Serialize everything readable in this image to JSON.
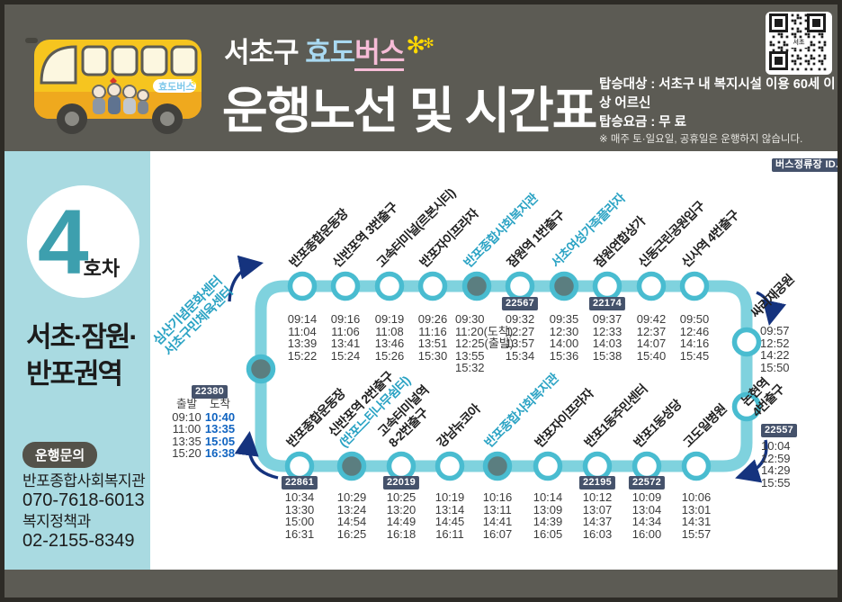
{
  "header": {
    "region": "서초구",
    "brand_hyodo": "효도",
    "brand_bus": "버스",
    "bus_side_label": "효도버스",
    "title": "운행노선 및 시간표",
    "eligibility": "탑승대상 : 서초구 내 복지시설 이용 60세 이상 어르신",
    "fare": "탑승요금 : 무  료",
    "notice": "※ 매주 토·일요일, 공휴일은 운행하지 않습니다.",
    "qr_center_label": "서초"
  },
  "sidebar": {
    "bus_no": "4",
    "bus_no_suffix": "호차",
    "region_line1": "서초·잠원·",
    "region_line2": "반포권역",
    "inquiry_label": "운행문의",
    "contacts": [
      {
        "name": "반포종합사회복지관",
        "phone": "070-7618-6013"
      },
      {
        "name": "복지정책과",
        "phone": "02-2155-8349"
      }
    ]
  },
  "map": {
    "stop_id_legend": "버스정류장 ID.",
    "start_stop": {
      "name_line1": "심산기념문화센터",
      "name_line2": "서초구민체육센터",
      "badge": "22380",
      "depart_label": "출발",
      "arrive_label": "도착",
      "departs": [
        "09:10",
        "11:00",
        "13:35",
        "15:20"
      ],
      "arrives": [
        "10:40",
        "13:35",
        "15:05",
        "16:38"
      ]
    },
    "top_stops": [
      {
        "name": "반포종합운동장",
        "times": [
          "09:14",
          "11:04",
          "13:39",
          "15:22"
        ]
      },
      {
        "name": "신반포역 3번출구",
        "times": [
          "09:16",
          "11:06",
          "13:41",
          "15:24"
        ]
      },
      {
        "name": "고속터미널(르본시티)",
        "times": [
          "09:19",
          "11:08",
          "13:46",
          "15:26"
        ]
      },
      {
        "name": "반포자이프라자",
        "times": [
          "09:26",
          "11:16",
          "13:51",
          "15:30"
        ]
      },
      {
        "name": "반포종합사회복지관",
        "hl": true,
        "filled": true,
        "times": [
          "09:30",
          "11:20(도착)",
          "12:25(출발)",
          "13:55",
          "15:32"
        ]
      },
      {
        "name": "잠원역 1번출구",
        "badge": "22567",
        "times": [
          "09:32",
          "12:27",
          "13:57",
          "15:34"
        ]
      },
      {
        "name": "서초여성가족플라자",
        "hl": true,
        "filled": true,
        "times": [
          "09:35",
          "12:30",
          "14:00",
          "15:36"
        ]
      },
      {
        "name": "잠원연합상가",
        "badge": "22174",
        "times": [
          "09:37",
          "12:33",
          "14:03",
          "15:38"
        ]
      },
      {
        "name": "신동근린공원입구",
        "times": [
          "09:42",
          "12:37",
          "14:07",
          "15:40"
        ]
      },
      {
        "name": "신사역 4번출구",
        "times": [
          "09:50",
          "12:46",
          "14:16",
          "15:45"
        ]
      }
    ],
    "right_stops": [
      {
        "name": "싸리재공원",
        "times": [
          "09:57",
          "12:52",
          "14:22",
          "15:50"
        ]
      },
      {
        "name": "논현역",
        "name2": "4번출구",
        "badge": "22557",
        "times": [
          "10:04",
          "12:59",
          "14:29",
          "15:55"
        ]
      }
    ],
    "bottom_stops": [
      {
        "name": "반포종합운동장",
        "badge": "22861",
        "times": [
          "10:34",
          "13:30",
          "15:00",
          "16:31"
        ]
      },
      {
        "name": "신반포역 2번출구",
        "name2": "(반포느티나무쉼터)",
        "name2_hl": true,
        "filled": true,
        "times": [
          "10:29",
          "13:24",
          "14:54",
          "16:25"
        ]
      },
      {
        "name": "고속터미널역",
        "name2": "8-2번출구",
        "badge": "22019",
        "times": [
          "10:25",
          "13:20",
          "14:49",
          "16:18"
        ]
      },
      {
        "name": "강남뉴코아",
        "times": [
          "10:19",
          "13:14",
          "14:45",
          "16:11"
        ]
      },
      {
        "name": "반포종합사회복지관",
        "hl": true,
        "filled": true,
        "times": [
          "10:16",
          "13:11",
          "14:41",
          "16:07"
        ]
      },
      {
        "name": "반포자이프라자",
        "times": [
          "10:14",
          "13:09",
          "14:39",
          "16:05"
        ]
      },
      {
        "name": "반포1동주민센터",
        "badge": "22195",
        "times": [
          "10:12",
          "13:07",
          "14:37",
          "16:03"
        ]
      },
      {
        "name": "반포1동성당",
        "badge": "22572",
        "times": [
          "10:09",
          "13:04",
          "14:34",
          "16:00"
        ]
      },
      {
        "name": "고도일병원",
        "times": [
          "10:06",
          "13:01",
          "14:31",
          "15:57"
        ]
      }
    ],
    "colors": {
      "route": "#7fd2de",
      "ring": "#49bcd0",
      "stop_filled": "#5b7e80",
      "highlight_text": "#2ba3c4",
      "arrow": "#15337e",
      "badge_bg": "#45526b",
      "arrive_time": "#0f63c0",
      "sidebar_bg": "#a9dae1",
      "header_bg": "#5c5b54",
      "accent_number": "#3d9fae"
    }
  }
}
